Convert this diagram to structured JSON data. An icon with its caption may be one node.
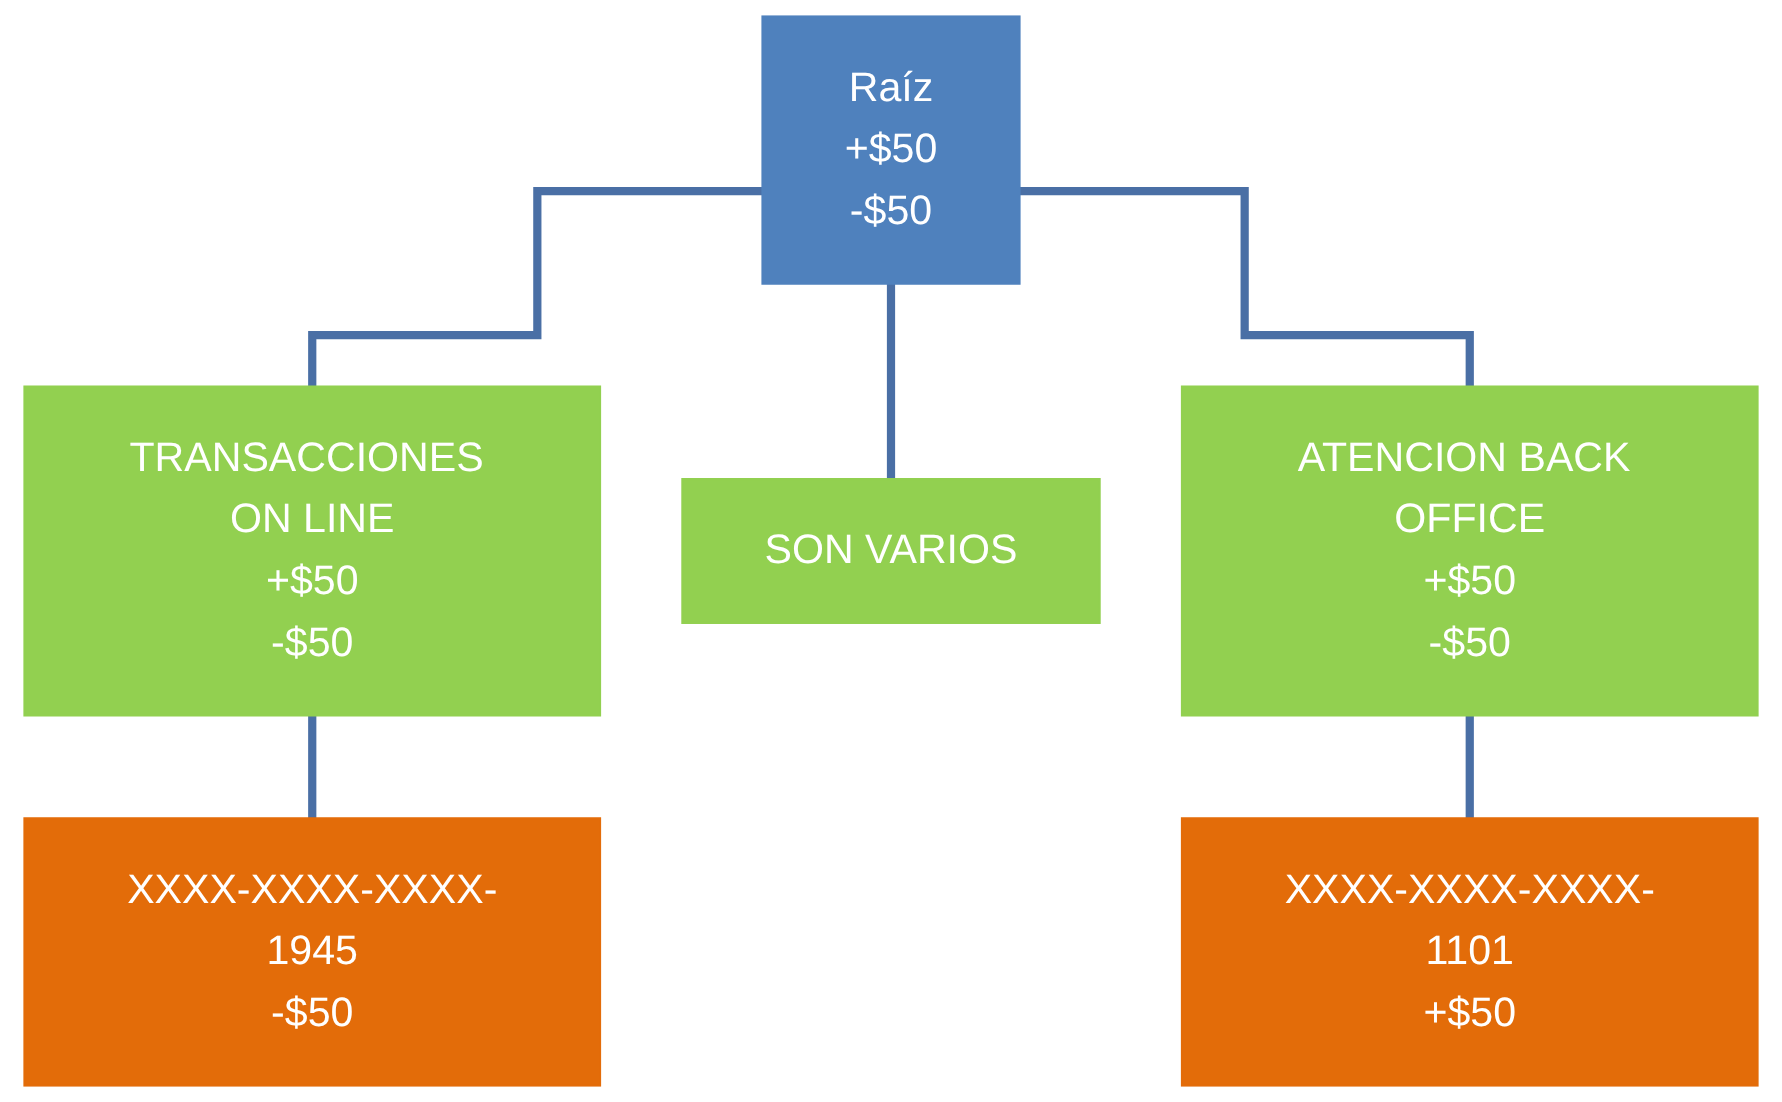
{
  "diagram": {
    "nodes": [
      {
        "text": [
          "Raíz",
          "+$50",
          "-$50"
        ]
      },
      {
        "text": [
          "TRANSACCIONES ON LINE",
          "+$50",
          "-$50"
        ]
      },
      {
        "text": [
          "SON VARIOS"
        ]
      },
      {
        "text": [
          "ATENCION BACK OFFICE",
          "+$50",
          "-$50"
        ]
      },
      {
        "text": [
          "XXXX-XXXX-XXXX-1945",
          "-$50"
        ]
      },
      {
        "text": [
          "XXXX-XXXX-XXXX-1101",
          "+$50"
        ]
      }
    ],
    "edges": [
      {
        "from": 0,
        "to": 1,
        "arrow": "none"
      },
      {
        "from": 0,
        "to": 2,
        "arrow": "none"
      },
      {
        "from": 0,
        "to": 3,
        "arrow": "none"
      },
      {
        "from": 1,
        "to": 4,
        "arrow": "none"
      },
      {
        "from": 3,
        "to": 5,
        "arrow": "none"
      }
    ]
  }
}
